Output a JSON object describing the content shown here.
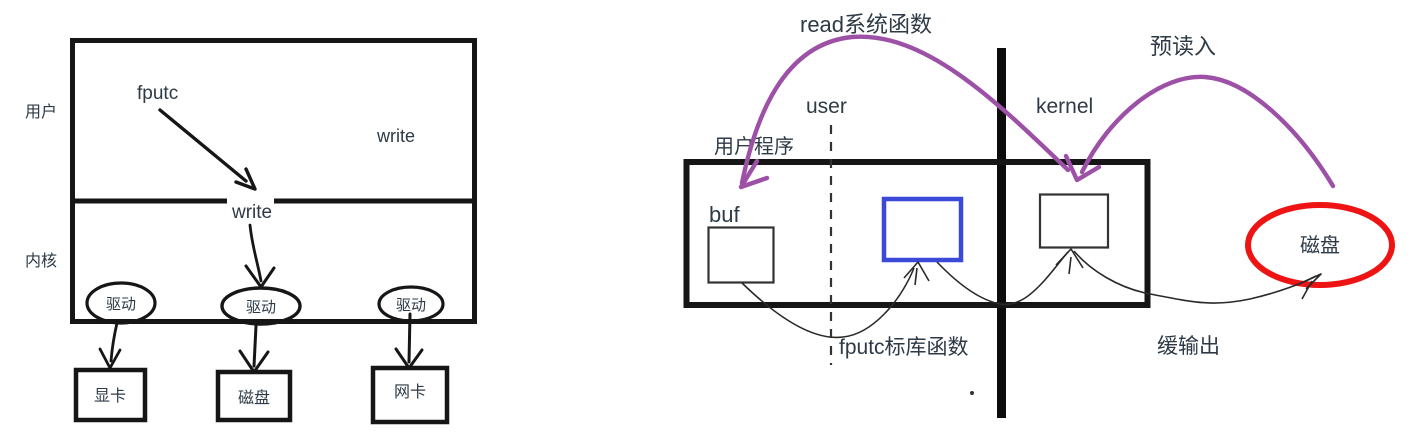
{
  "title": "fputc / read buffering diagram",
  "colors": {
    "stroke_black": "#161616",
    "text_dark": "#2e3a45",
    "purple_arrow": "#9c51a7",
    "purple_text": "#bb69cc",
    "blue_box": "#3a49d8",
    "red_ellipse": "#ee1414"
  },
  "left_diagram": {
    "user_space_label": "用户",
    "kernel_space_label": "内核",
    "fputc_label": "fputc",
    "write_divider_label": "write",
    "write_right_label": "write",
    "drivers": [
      "驱动",
      "驱动",
      "驱动"
    ],
    "devices": [
      "显卡",
      "磁盘",
      "网卡"
    ]
  },
  "right_diagram": {
    "read_syscall_label": "read系统函数",
    "preread_label": "预读入",
    "user_label": "user",
    "kernel_label": "kernel",
    "user_program_label": "用户程序",
    "buf_label": "buf",
    "disk_label": "磁盘",
    "fputc_stdlib_label": "fputc标库函数",
    "buffered_output_label": "缓输出"
  }
}
